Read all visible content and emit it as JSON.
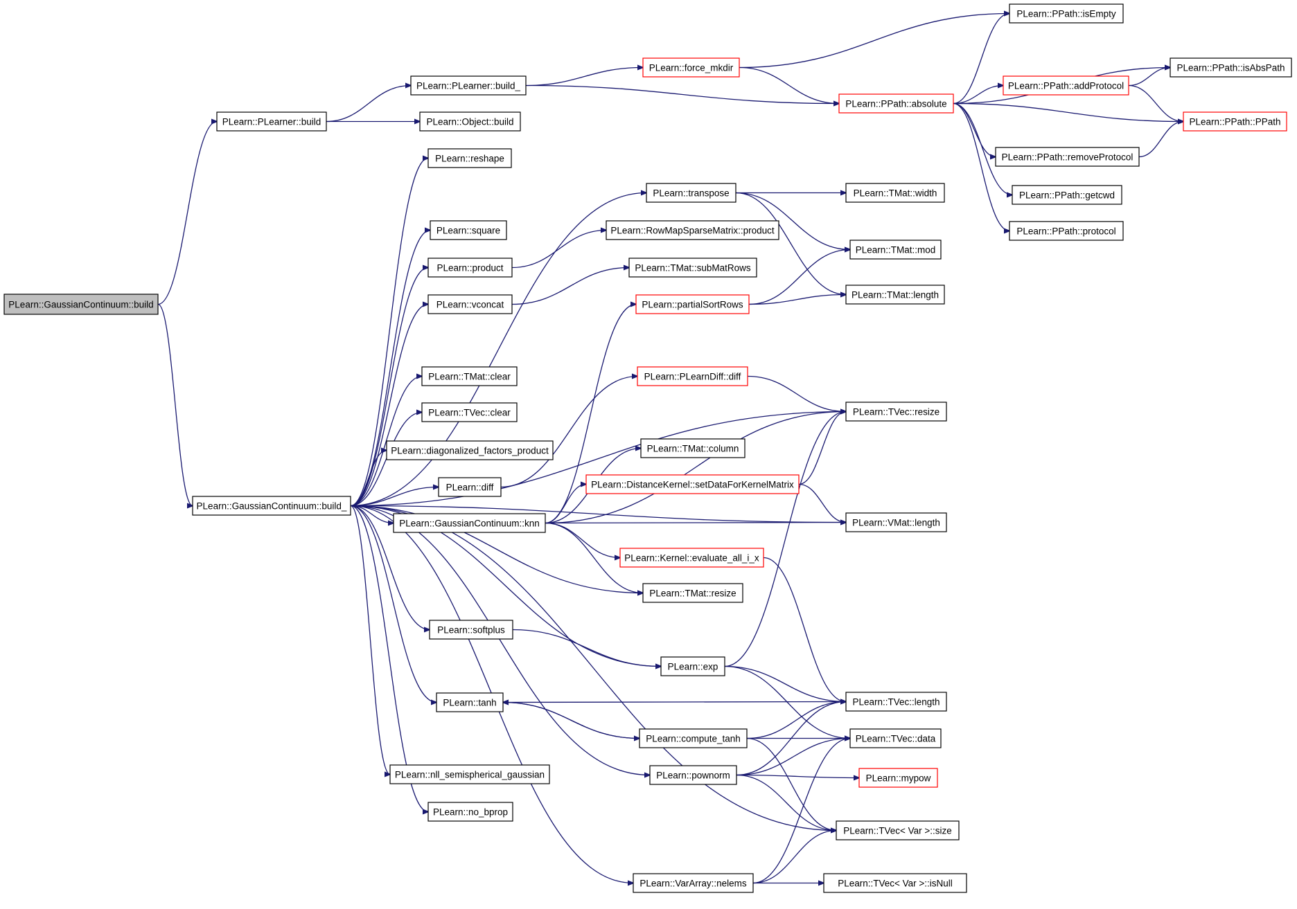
{
  "graph": {
    "nodes": [
      {
        "id": "gc_build",
        "label": "PLearn::GaussianContinuum::build",
        "style": "root"
      },
      {
        "id": "pl_build",
        "label": "PLearn::PLearner::build",
        "style": "black"
      },
      {
        "id": "gc_build_",
        "label": "PLearn::GaussianContinuum::build_",
        "style": "black"
      },
      {
        "id": "pl_build_",
        "label": "PLearn::PLearner::build_",
        "style": "black"
      },
      {
        "id": "obj_build",
        "label": "PLearn::Object::build",
        "style": "black"
      },
      {
        "id": "force_mkdir",
        "label": "PLearn::force_mkdir",
        "style": "red"
      },
      {
        "id": "pp_absolute",
        "label": "PLearn::PPath::absolute",
        "style": "red"
      },
      {
        "id": "pp_isempty",
        "label": "PLearn::PPath::isEmpty",
        "style": "black"
      },
      {
        "id": "pp_isabspath",
        "label": "PLearn::PPath::isAbsPath",
        "style": "black"
      },
      {
        "id": "pp_addprotocol",
        "label": "PLearn::PPath::addProtocol",
        "style": "red"
      },
      {
        "id": "pp_ppath",
        "label": "PLearn::PPath::PPath",
        "style": "red"
      },
      {
        "id": "pp_removeprotocol",
        "label": "PLearn::PPath::removeProtocol",
        "style": "black"
      },
      {
        "id": "pp_getcwd",
        "label": "PLearn::PPath::getcwd",
        "style": "black"
      },
      {
        "id": "pp_protocol",
        "label": "PLearn::PPath::protocol",
        "style": "black"
      },
      {
        "id": "reshape",
        "label": "PLearn::reshape",
        "style": "black"
      },
      {
        "id": "transpose",
        "label": "PLearn::transpose",
        "style": "black"
      },
      {
        "id": "tmat_width",
        "label": "PLearn::TMat::width",
        "style": "black"
      },
      {
        "id": "square",
        "label": "PLearn::square",
        "style": "black"
      },
      {
        "id": "rowmap_product",
        "label": "PLearn::RowMapSparseMatrix::product",
        "style": "black"
      },
      {
        "id": "tmat_mod",
        "label": "PLearn::TMat::mod",
        "style": "black"
      },
      {
        "id": "product",
        "label": "PLearn::product",
        "style": "black"
      },
      {
        "id": "tmat_submatrows",
        "label": "PLearn::TMat::subMatRows",
        "style": "black"
      },
      {
        "id": "tmat_length",
        "label": "PLearn::TMat::length",
        "style": "black"
      },
      {
        "id": "vconcat",
        "label": "PLearn::vconcat",
        "style": "black"
      },
      {
        "id": "partialsortrows",
        "label": "PLearn::partialSortRows",
        "style": "red"
      },
      {
        "id": "tmat_clear",
        "label": "PLearn::TMat::clear",
        "style": "black"
      },
      {
        "id": "plearndiff_diff",
        "label": "PLearn::PLearnDiff::diff",
        "style": "red"
      },
      {
        "id": "tvec_resize",
        "label": "PLearn::TVec::resize",
        "style": "black"
      },
      {
        "id": "tvec_clear",
        "label": "PLearn::TVec::clear",
        "style": "black"
      },
      {
        "id": "tmat_column",
        "label": "PLearn::TMat::column",
        "style": "black"
      },
      {
        "id": "diag_factors",
        "label": "PLearn::diagonalized_factors_product",
        "style": "black"
      },
      {
        "id": "diff",
        "label": "PLearn::diff",
        "style": "black"
      },
      {
        "id": "setdatakernel",
        "label": "PLearn::DistanceKernel::setDataForKernelMatrix",
        "style": "red"
      },
      {
        "id": "gc_knn",
        "label": "PLearn::GaussianContinuum::knn",
        "style": "black"
      },
      {
        "id": "vmat_length",
        "label": "PLearn::VMat::length",
        "style": "black"
      },
      {
        "id": "evaluate_all",
        "label": "PLearn::Kernel::evaluate_all_i_x",
        "style": "red"
      },
      {
        "id": "tmat_resize",
        "label": "PLearn::TMat::resize",
        "style": "black"
      },
      {
        "id": "softplus",
        "label": "PLearn::softplus",
        "style": "black"
      },
      {
        "id": "exp",
        "label": "PLearn::exp",
        "style": "black"
      },
      {
        "id": "tanh",
        "label": "PLearn::tanh",
        "style": "black"
      },
      {
        "id": "tvec_length",
        "label": "PLearn::TVec::length",
        "style": "black"
      },
      {
        "id": "compute_tanh",
        "label": "PLearn::compute_tanh",
        "style": "black"
      },
      {
        "id": "tvec_data",
        "label": "PLearn::TVec::data",
        "style": "black"
      },
      {
        "id": "nll_semi",
        "label": "PLearn::nll_semispherical_gaussian",
        "style": "black"
      },
      {
        "id": "pownorm",
        "label": "PLearn::pownorm",
        "style": "black"
      },
      {
        "id": "mypow",
        "label": "PLearn::mypow",
        "style": "red"
      },
      {
        "id": "no_bprop",
        "label": "PLearn::no_bprop",
        "style": "black"
      },
      {
        "id": "tvecvar_size",
        "label": "PLearn::TVec< Var >::size",
        "style": "black"
      },
      {
        "id": "vararray_nelems",
        "label": "PLearn::VarArray::nelems",
        "style": "black"
      },
      {
        "id": "tvecvar_isnull",
        "label": "PLearn::TVec< Var >::isNull",
        "style": "black"
      }
    ],
    "edges": [
      {
        "from": "gc_build",
        "to": "pl_build"
      },
      {
        "from": "gc_build",
        "to": "gc_build_"
      },
      {
        "from": "pl_build",
        "to": "pl_build_"
      },
      {
        "from": "pl_build",
        "to": "obj_build"
      },
      {
        "from": "pl_build_",
        "to": "force_mkdir"
      },
      {
        "from": "pl_build_",
        "to": "pp_absolute"
      },
      {
        "from": "force_mkdir",
        "to": "pp_isempty"
      },
      {
        "from": "force_mkdir",
        "to": "pp_absolute"
      },
      {
        "from": "pp_absolute",
        "to": "pp_isempty"
      },
      {
        "from": "pp_absolute",
        "to": "pp_isabspath"
      },
      {
        "from": "pp_absolute",
        "to": "pp_addprotocol"
      },
      {
        "from": "pp_absolute",
        "to": "pp_ppath"
      },
      {
        "from": "pp_absolute",
        "to": "pp_removeprotocol"
      },
      {
        "from": "pp_absolute",
        "to": "pp_getcwd"
      },
      {
        "from": "pp_absolute",
        "to": "pp_protocol"
      },
      {
        "from": "pp_addprotocol",
        "to": "pp_isabspath"
      },
      {
        "from": "pp_addprotocol",
        "to": "pp_ppath"
      },
      {
        "from": "pp_removeprotocol",
        "to": "pp_ppath"
      },
      {
        "from": "gc_build_",
        "to": "reshape"
      },
      {
        "from": "gc_build_",
        "to": "transpose"
      },
      {
        "from": "gc_build_",
        "to": "square"
      },
      {
        "from": "gc_build_",
        "to": "product"
      },
      {
        "from": "gc_build_",
        "to": "vconcat"
      },
      {
        "from": "gc_build_",
        "to": "tvec_resize"
      },
      {
        "from": "gc_build_",
        "to": "tmat_clear"
      },
      {
        "from": "gc_build_",
        "to": "tvec_clear"
      },
      {
        "from": "gc_build_",
        "to": "diag_factors"
      },
      {
        "from": "gc_build_",
        "to": "diff"
      },
      {
        "from": "gc_build_",
        "to": "gc_knn"
      },
      {
        "from": "gc_build_",
        "to": "tmat_resize"
      },
      {
        "from": "gc_build_",
        "to": "vmat_length"
      },
      {
        "from": "gc_build_",
        "to": "softplus"
      },
      {
        "from": "gc_build_",
        "to": "exp"
      },
      {
        "from": "gc_build_",
        "to": "tanh"
      },
      {
        "from": "gc_build_",
        "to": "pownorm"
      },
      {
        "from": "gc_build_",
        "to": "nll_semi"
      },
      {
        "from": "gc_build_",
        "to": "no_bprop"
      },
      {
        "from": "gc_build_",
        "to": "tvecvar_size"
      },
      {
        "from": "gc_build_",
        "to": "vararray_nelems"
      },
      {
        "from": "transpose",
        "to": "tmat_width"
      },
      {
        "from": "transpose",
        "to": "tmat_mod"
      },
      {
        "from": "transpose",
        "to": "tmat_length"
      },
      {
        "from": "product",
        "to": "rowmap_product"
      },
      {
        "from": "vconcat",
        "to": "tmat_submatrows"
      },
      {
        "from": "partialsortrows",
        "to": "tmat_mod"
      },
      {
        "from": "partialsortrows",
        "to": "tmat_length"
      },
      {
        "from": "diff",
        "to": "plearndiff_diff"
      },
      {
        "from": "plearndiff_diff",
        "to": "tvec_resize"
      },
      {
        "from": "gc_knn",
        "to": "partialsortrows"
      },
      {
        "from": "gc_knn",
        "to": "tvec_resize"
      },
      {
        "from": "gc_knn",
        "to": "tmat_column"
      },
      {
        "from": "gc_knn",
        "to": "setdatakernel"
      },
      {
        "from": "gc_knn",
        "to": "vmat_length"
      },
      {
        "from": "gc_knn",
        "to": "evaluate_all"
      },
      {
        "from": "gc_knn",
        "to": "tmat_resize"
      },
      {
        "from": "setdatakernel",
        "to": "tvec_resize"
      },
      {
        "from": "setdatakernel",
        "to": "vmat_length"
      },
      {
        "from": "evaluate_all",
        "to": "tvec_length"
      },
      {
        "from": "softplus",
        "to": "exp"
      },
      {
        "from": "exp",
        "to": "tvec_resize"
      },
      {
        "from": "exp",
        "to": "tvec_length"
      },
      {
        "from": "exp",
        "to": "tvec_data"
      },
      {
        "from": "tanh",
        "to": "compute_tanh"
      },
      {
        "from": "tvec_length",
        "to": "tanh"
      },
      {
        "from": "compute_tanh",
        "to": "tanh"
      },
      {
        "from": "compute_tanh",
        "to": "tvec_length"
      },
      {
        "from": "compute_tanh",
        "to": "tvec_data"
      },
      {
        "from": "compute_tanh",
        "to": "tvecvar_size"
      },
      {
        "from": "pownorm",
        "to": "tvec_length"
      },
      {
        "from": "pownorm",
        "to": "tvec_data"
      },
      {
        "from": "pownorm",
        "to": "mypow"
      },
      {
        "from": "pownorm",
        "to": "tvecvar_size"
      },
      {
        "from": "vararray_nelems",
        "to": "tvec_data"
      },
      {
        "from": "vararray_nelems",
        "to": "tvecvar_size"
      },
      {
        "from": "vararray_nelems",
        "to": "tvecvar_isnull"
      }
    ]
  }
}
